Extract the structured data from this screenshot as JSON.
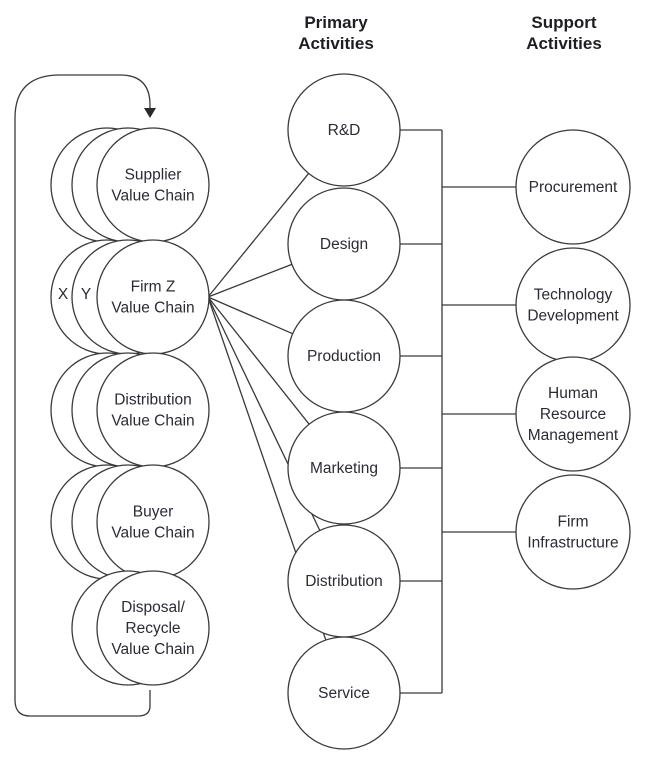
{
  "headers": {
    "primary": [
      "Primary",
      "Activities"
    ],
    "support": [
      "Support",
      "Activities"
    ]
  },
  "value_system": [
    {
      "id": "supplier",
      "lines": [
        "Supplier",
        "Value Chain"
      ],
      "layers": 3
    },
    {
      "id": "firm",
      "lines": [
        "Firm Z",
        "Value Chain"
      ],
      "layers": 3,
      "layer_labels": [
        "X",
        "Y"
      ]
    },
    {
      "id": "distribution",
      "lines": [
        "Distribution",
        "Value Chain"
      ],
      "layers": 3
    },
    {
      "id": "buyer",
      "lines": [
        "Buyer",
        "Value Chain"
      ],
      "layers": 3
    },
    {
      "id": "disposal",
      "lines": [
        "Disposal/",
        "Recycle",
        "Value Chain"
      ],
      "layers": 2
    }
  ],
  "primary_activities": [
    "R&D",
    "Design",
    "Production",
    "Marketing",
    "Distribution",
    "Service"
  ],
  "support_activities": [
    {
      "lines": [
        "Procurement"
      ]
    },
    {
      "lines": [
        "Technology",
        "Development"
      ]
    },
    {
      "lines": [
        "Human",
        "Resource",
        "Management"
      ]
    },
    {
      "lines": [
        "Firm",
        "Infrastructure"
      ]
    }
  ],
  "colors": {
    "stroke": "#3a3a3a",
    "text": "#2b2b33"
  }
}
